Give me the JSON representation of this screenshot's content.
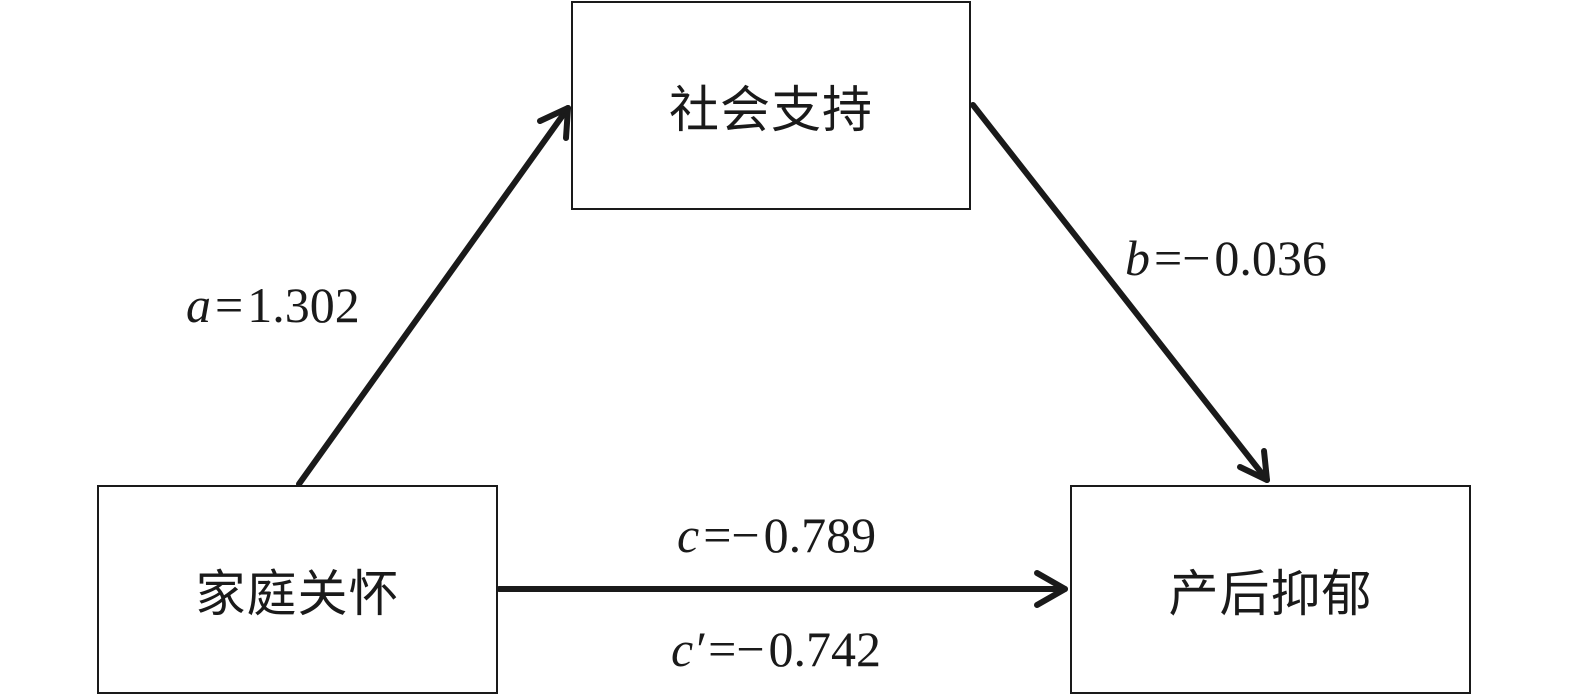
{
  "nodes": {
    "top": "社会支持",
    "left": "家庭关怀",
    "right": "产后抑郁"
  },
  "paths": {
    "a": {
      "symbol": "a",
      "relation": "=",
      "value": "1.302"
    },
    "b": {
      "symbol": "b",
      "relation": "=−",
      "value": "0.036"
    },
    "c": {
      "symbol": "c",
      "relation": "=−",
      "value": "0.789"
    },
    "cp": {
      "symbol": "c′",
      "relation": "=−",
      "value": "0.742"
    }
  },
  "colors": {
    "stroke": "#1a1a1a",
    "background": "#ffffff"
  }
}
